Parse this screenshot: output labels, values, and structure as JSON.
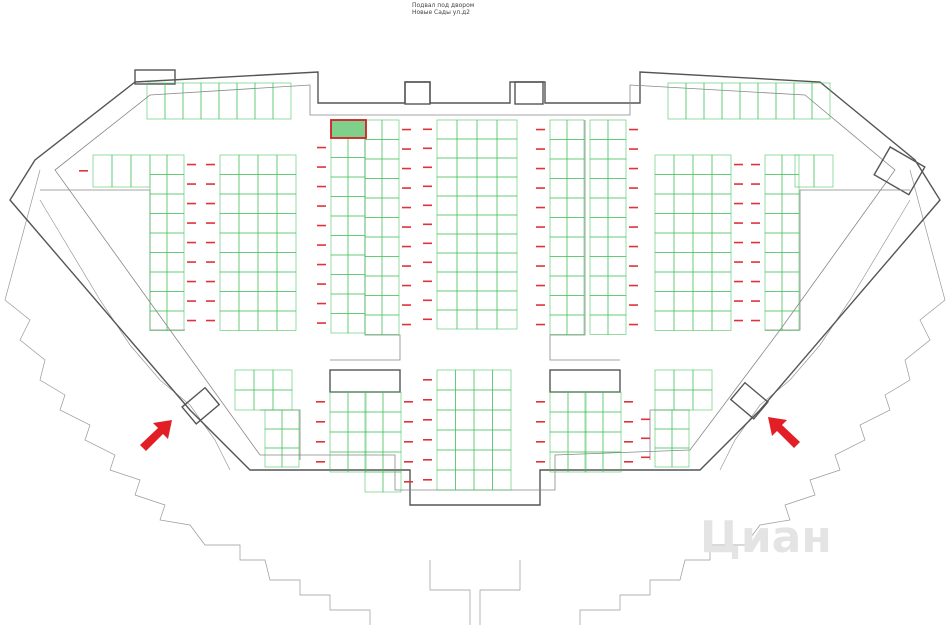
{
  "title": {
    "line1": "Подвал под двором",
    "line2": "Новые Сады ул.д2"
  },
  "highlighted_space": {
    "label": ""
  },
  "watermark": {
    "text": "Циан"
  },
  "entrances": [
    {
      "name": "entrance-left",
      "icon": "arrow-right-up-icon"
    },
    {
      "name": "entrance-right",
      "icon": "arrow-left-up-icon"
    }
  ],
  "colors": {
    "parking_bay": "#3fbf5a",
    "highlight_fill": "#7ed08a",
    "highlight_border": "#d21f26",
    "arrow": "#e21f26",
    "tag_text": "#e0323a"
  }
}
